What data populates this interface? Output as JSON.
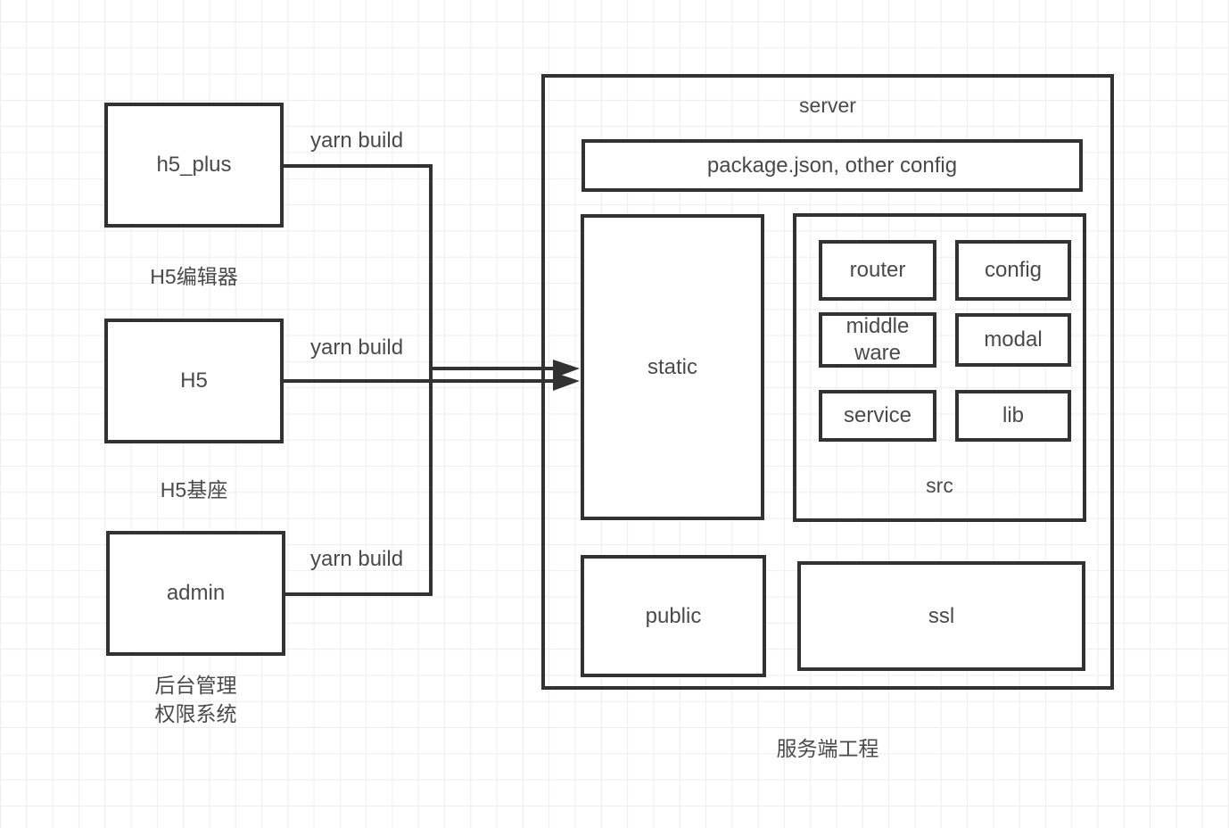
{
  "clients": [
    {
      "label": "h5_plus",
      "caption": "H5编辑器",
      "edge_label": "yarn build"
    },
    {
      "label": "H5",
      "caption": "H5基座",
      "edge_label": "yarn build"
    },
    {
      "label": "admin",
      "caption": "后台管理\n权限系统",
      "edge_label": "yarn build"
    }
  ],
  "server": {
    "title": "server",
    "caption": "服务端工程",
    "config_file_box": "package.json, other config",
    "static_box": "static",
    "public_box": "public",
    "ssl_box": "ssl",
    "src": {
      "label": "src",
      "modules": [
        "router",
        "config",
        "middle ware",
        "modal",
        "service",
        "lib"
      ]
    }
  },
  "colors": {
    "stroke": "#323232",
    "text": "#4a4a4a",
    "grid_line": "#ededed",
    "background": "#ffffff"
  }
}
